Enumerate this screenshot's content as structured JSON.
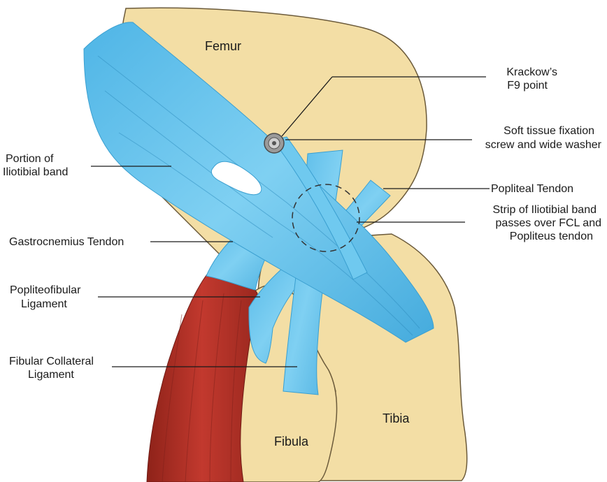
{
  "bones": {
    "femur": "Femur",
    "tibia": "Tibia",
    "fibula": "Fibula"
  },
  "labels": {
    "krackow_1": "Krackow’s",
    "krackow_2": "F9 point",
    "screw_1": "Soft tissue fixation",
    "screw_2": "screw and wide washer",
    "itb_1": "Portion of",
    "itb_2": "Iliotibial band",
    "popliteal": "Popliteal Tendon",
    "strip_1": "Strip of Iliotibial band",
    "strip_2": "passes over FCL and",
    "strip_3": "Popliteus tendon",
    "gastro": "Gastrocnemius Tendon",
    "pfl_1": "Popliteofibular",
    "pfl_2": "Ligament",
    "fcl_1": "Fibular Collateral",
    "fcl_2": "Ligament"
  },
  "colors": {
    "bone": "#f3dea5",
    "bone_outline": "#6b5a3a",
    "tendon": "#5cc1ec",
    "tendon_dark": "#3a9fd0",
    "muscle": "#b5332a",
    "muscle_dark": "#7e1f19"
  }
}
